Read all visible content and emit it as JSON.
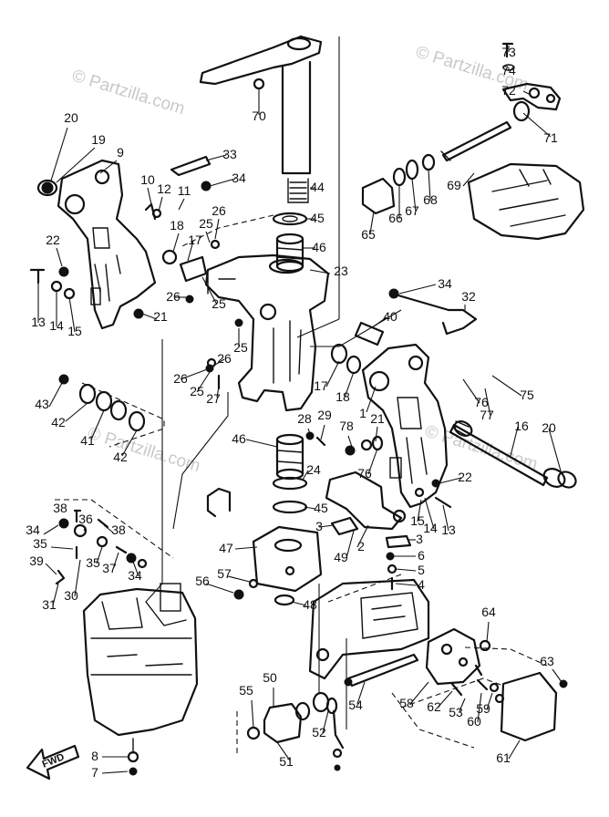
{
  "watermark": "© Partzilla.com",
  "fwd_label": "FWD",
  "callouts": [
    "73",
    "74",
    "72",
    "71",
    "69",
    "68",
    "67",
    "66",
    "65",
    "44",
    "45",
    "46",
    "70",
    "20",
    "19",
    "9",
    "33",
    "34",
    "10",
    "12",
    "11",
    "18",
    "25",
    "26",
    "17",
    "22",
    "13",
    "14",
    "15",
    "21",
    "26",
    "25",
    "23",
    "34",
    "32",
    "40",
    "25",
    "26",
    "26",
    "25",
    "27",
    "43",
    "42",
    "41",
    "42",
    "17",
    "18",
    "1",
    "75",
    "76",
    "77",
    "16",
    "20",
    "28",
    "29",
    "78",
    "21",
    "76",
    "22",
    "14",
    "13",
    "15",
    "46",
    "24",
    "45",
    "3",
    "2",
    "3",
    "6",
    "5",
    "4",
    "49",
    "47",
    "57",
    "56",
    "48",
    "38",
    "36",
    "34",
    "35",
    "38",
    "39",
    "35",
    "37",
    "34",
    "31",
    "30",
    "64",
    "63",
    "55",
    "50",
    "54",
    "58",
    "62",
    "53",
    "59",
    "60",
    "61",
    "51",
    "52",
    "8",
    "7"
  ]
}
